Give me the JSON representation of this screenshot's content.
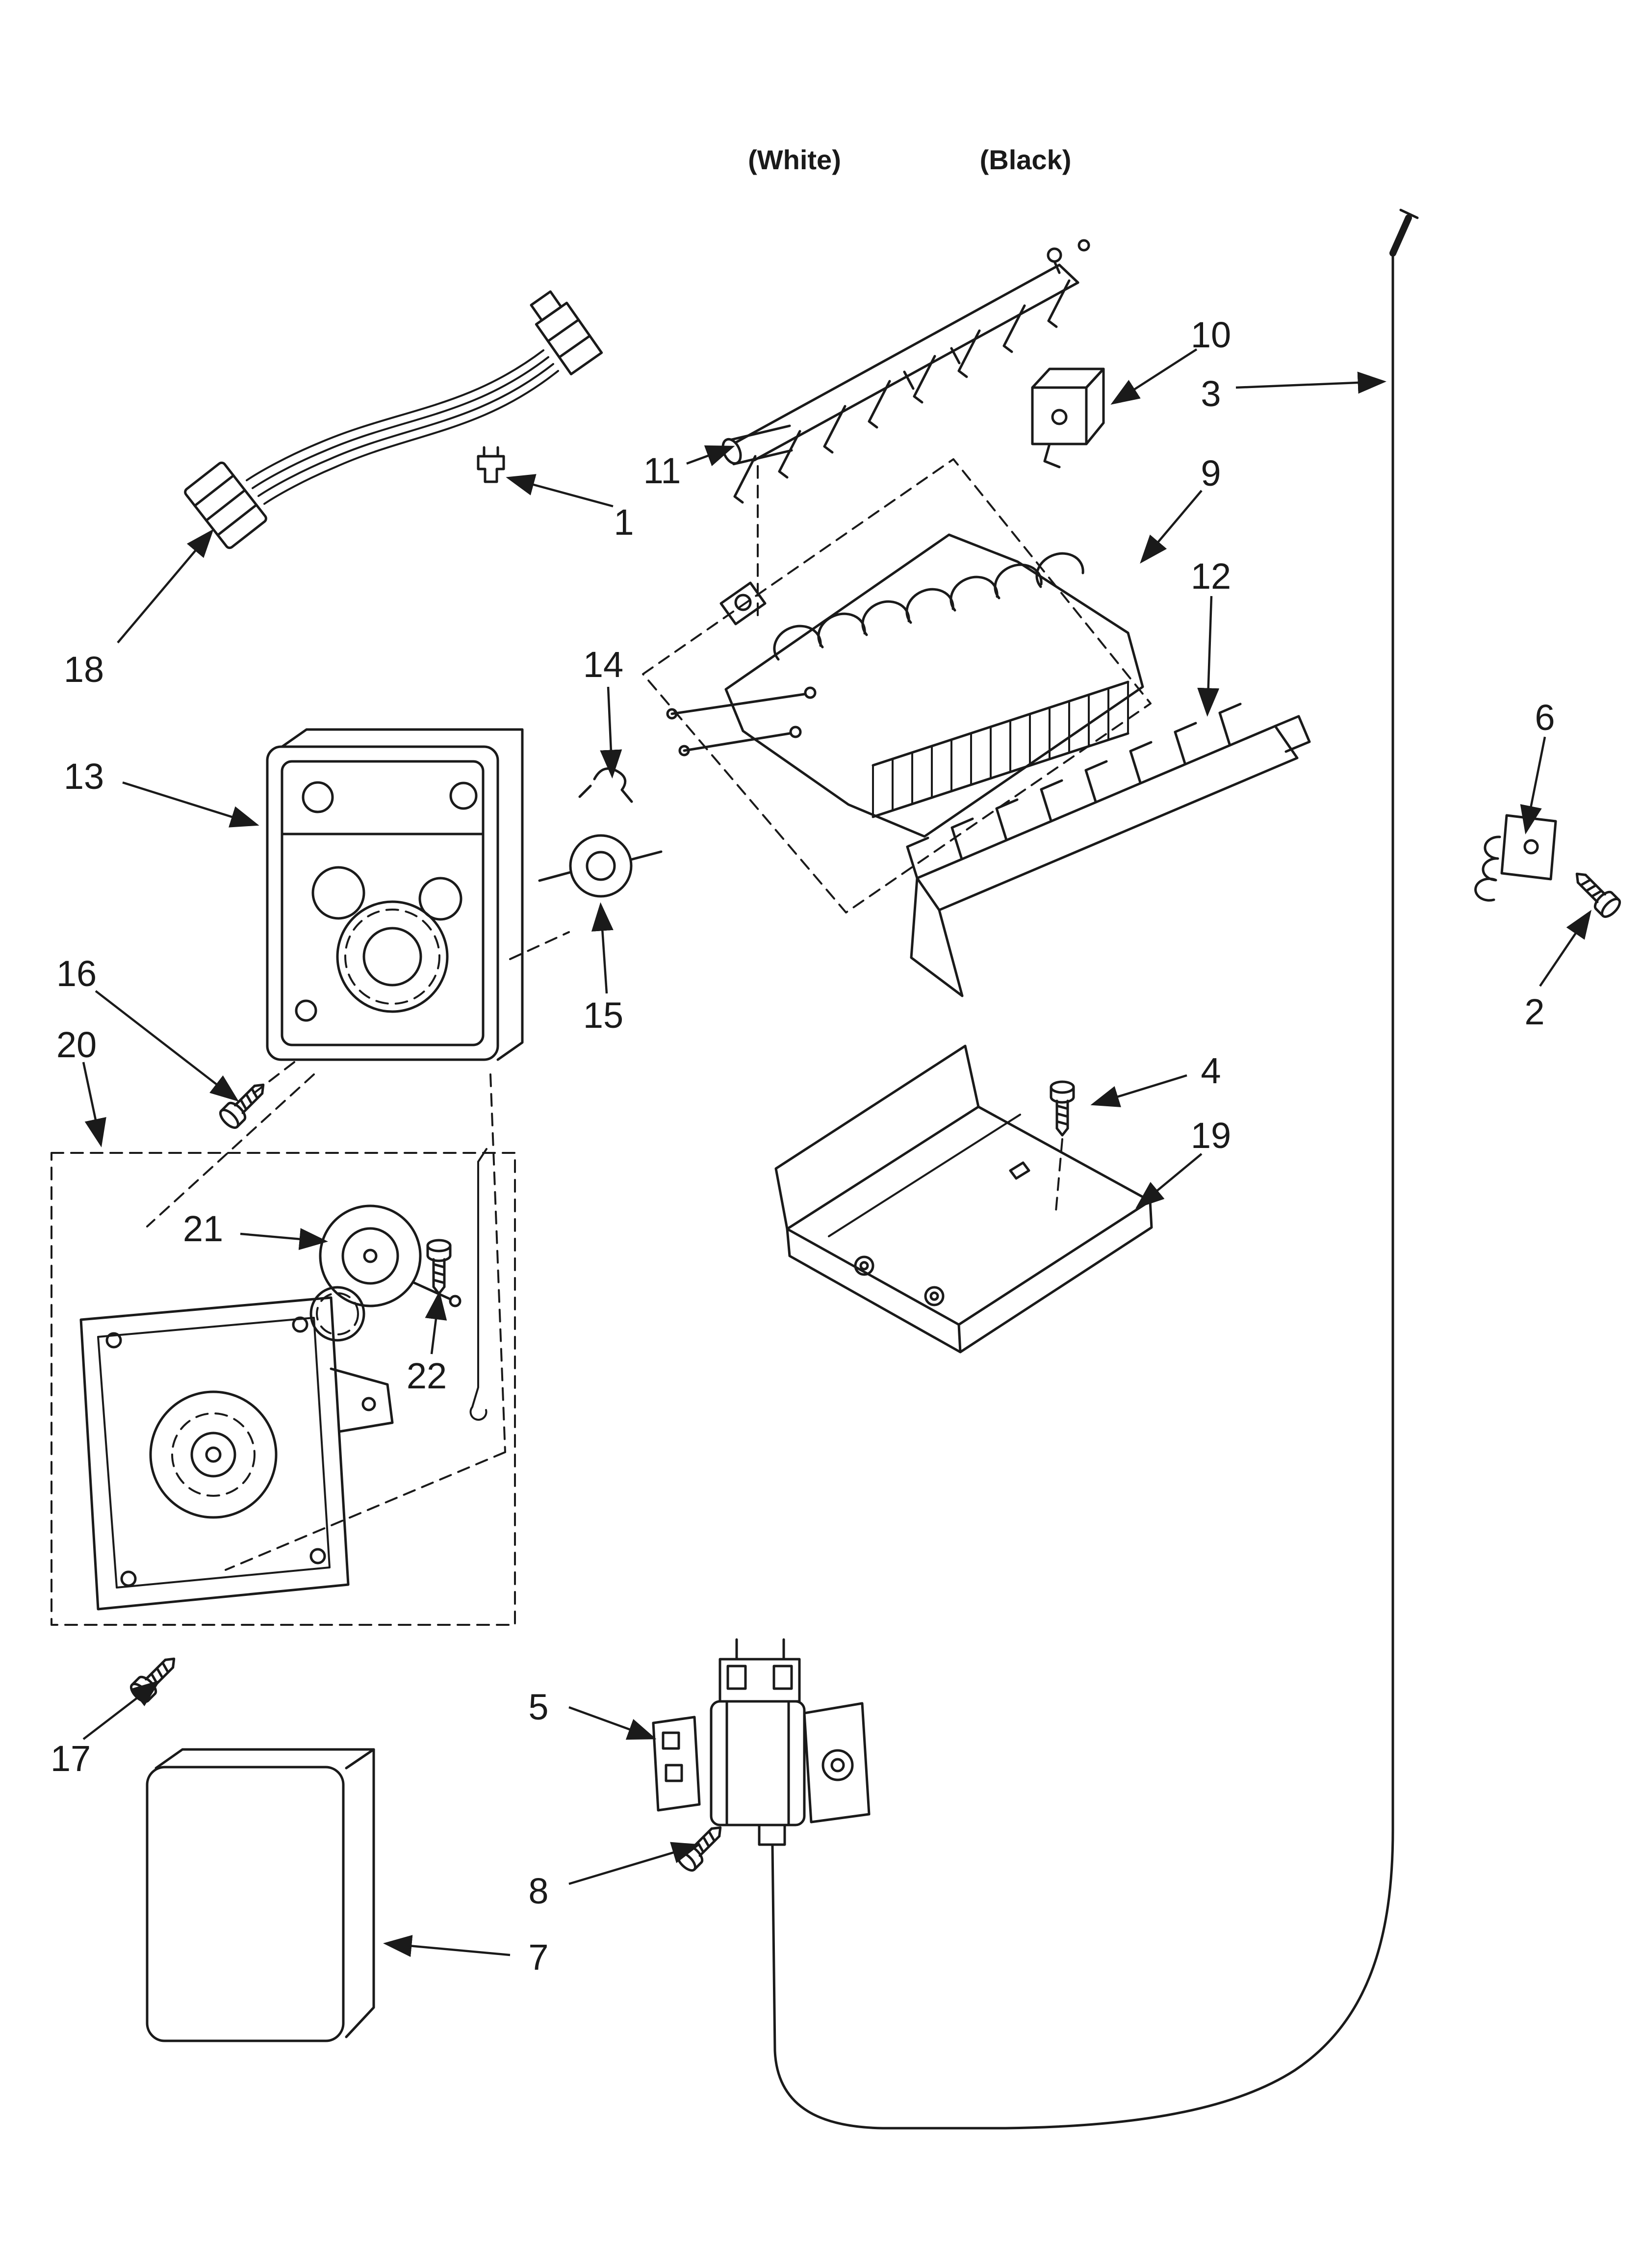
{
  "diagram": {
    "header_labels": {
      "white": "(White)",
      "black": "(Black)"
    },
    "callouts": [
      {
        "label": "1"
      },
      {
        "label": "2"
      },
      {
        "label": "3"
      },
      {
        "label": "4"
      },
      {
        "label": "5"
      },
      {
        "label": "6"
      },
      {
        "label": "7"
      },
      {
        "label": "8"
      },
      {
        "label": "9"
      },
      {
        "label": "10"
      },
      {
        "label": "11"
      },
      {
        "label": "12"
      },
      {
        "label": "13"
      },
      {
        "label": "14"
      },
      {
        "label": "15"
      },
      {
        "label": "16"
      },
      {
        "label": "17"
      },
      {
        "label": "18"
      },
      {
        "label": "19"
      },
      {
        "label": "20"
      },
      {
        "label": "21"
      },
      {
        "label": "22"
      }
    ],
    "colors": {
      "line": "#1a1a1a",
      "background": "#ffffff"
    }
  }
}
